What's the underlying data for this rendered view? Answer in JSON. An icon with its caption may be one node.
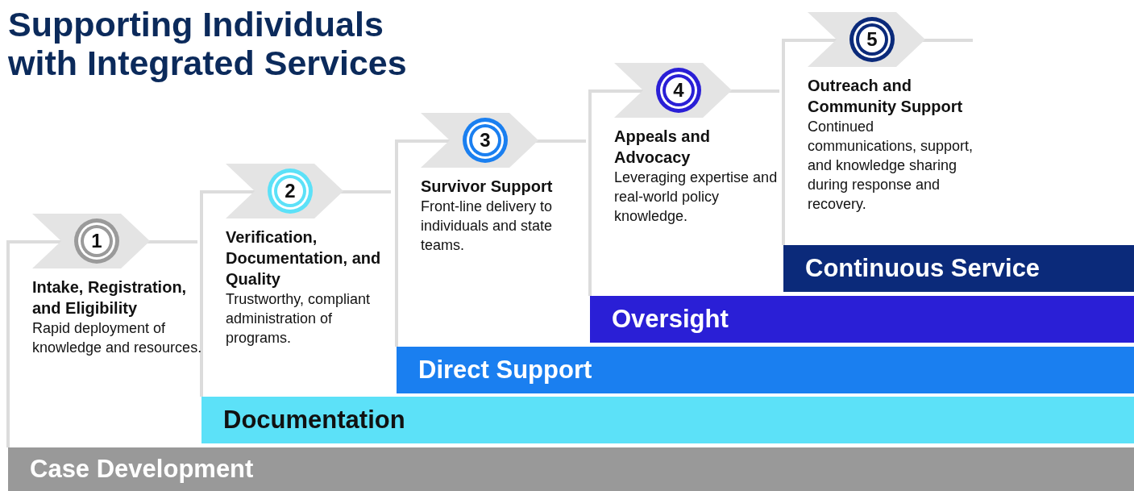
{
  "diagram": {
    "title": "Supporting Individuals with Integrated Services",
    "nodes": [
      {
        "text": [
          "1"
        ],
        "beside": [
          "Intake, Registration, and Eligibility",
          "Rapid deployment of knowledge and resources."
        ]
      },
      {
        "text": [
          "2"
        ],
        "beside": [
          "Verification, Documentation, and Quality",
          "Trustworthy, compliant administration of programs."
        ]
      },
      {
        "text": [
          "3"
        ],
        "beside": [
          "Survivor Support",
          "Front-line delivery to individuals and state teams."
        ]
      },
      {
        "text": [
          "4"
        ],
        "beside": [
          "Appeals and Advocacy",
          "Leveraging expertise and real-world policy knowledge."
        ]
      },
      {
        "text": [
          "5"
        ],
        "beside": [
          "Outreach and Community Support",
          "Continued communications, support, and knowledge sharing during response and recovery."
        ]
      },
      {
        "text": [
          "Continuous Service"
        ]
      },
      {
        "text": [
          "Oversight"
        ]
      },
      {
        "text": [
          "Direct Support"
        ]
      },
      {
        "text": [
          "Documentation"
        ]
      },
      {
        "text": [
          "Case Development"
        ]
      }
    ],
    "edges": []
  }
}
